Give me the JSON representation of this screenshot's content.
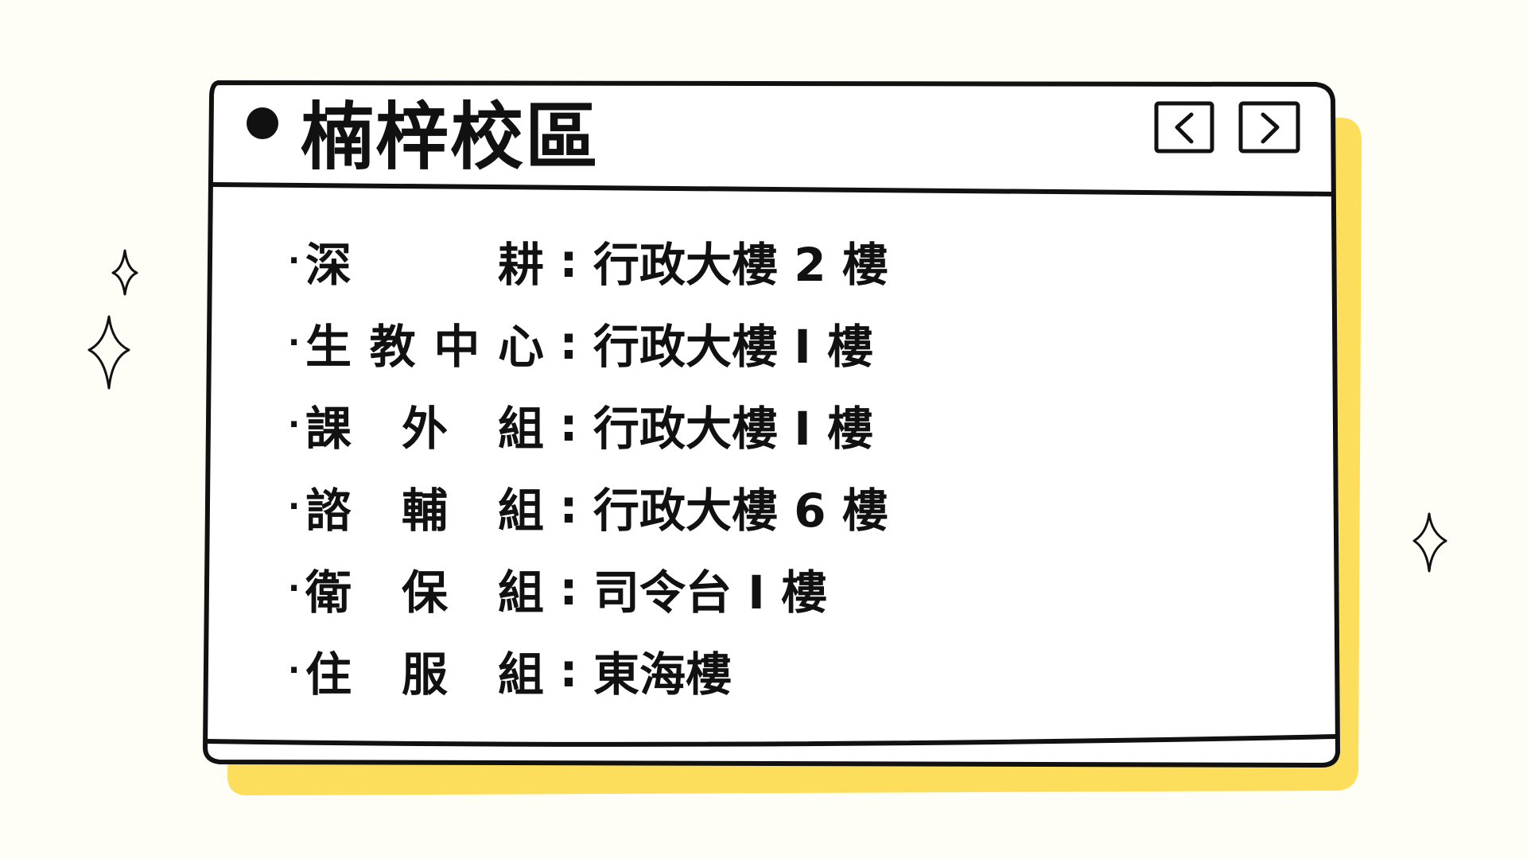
{
  "window": {
    "title": "楠梓校區",
    "nav": {
      "prev_icon": "chevron-left-icon",
      "next_icon": "chevron-right-icon"
    }
  },
  "offices": [
    {
      "bullet": "·",
      "name": "深　　耕",
      "separator": ":",
      "location": "行政大樓 2 樓"
    },
    {
      "bullet": "·",
      "name": "生教中心",
      "separator": ":",
      "location": "行政大樓 I 樓"
    },
    {
      "bullet": "·",
      "name": "課 外 組",
      "separator": ":",
      "location": "行政大樓 I 樓"
    },
    {
      "bullet": "·",
      "name": "諮 輔 組",
      "separator": ":",
      "location": "行政大樓 6 樓"
    },
    {
      "bullet": "·",
      "name": "衛 保 組",
      "separator": ":",
      "location": "司令台 I 樓"
    },
    {
      "bullet": "·",
      "name": "住 服 組",
      "separator": ":",
      "location": "東海樓"
    }
  ],
  "colors": {
    "background": "#FEFDF6",
    "shadow": "#FDDD5C",
    "ink": "#111111",
    "window": "#FFFFFF"
  }
}
